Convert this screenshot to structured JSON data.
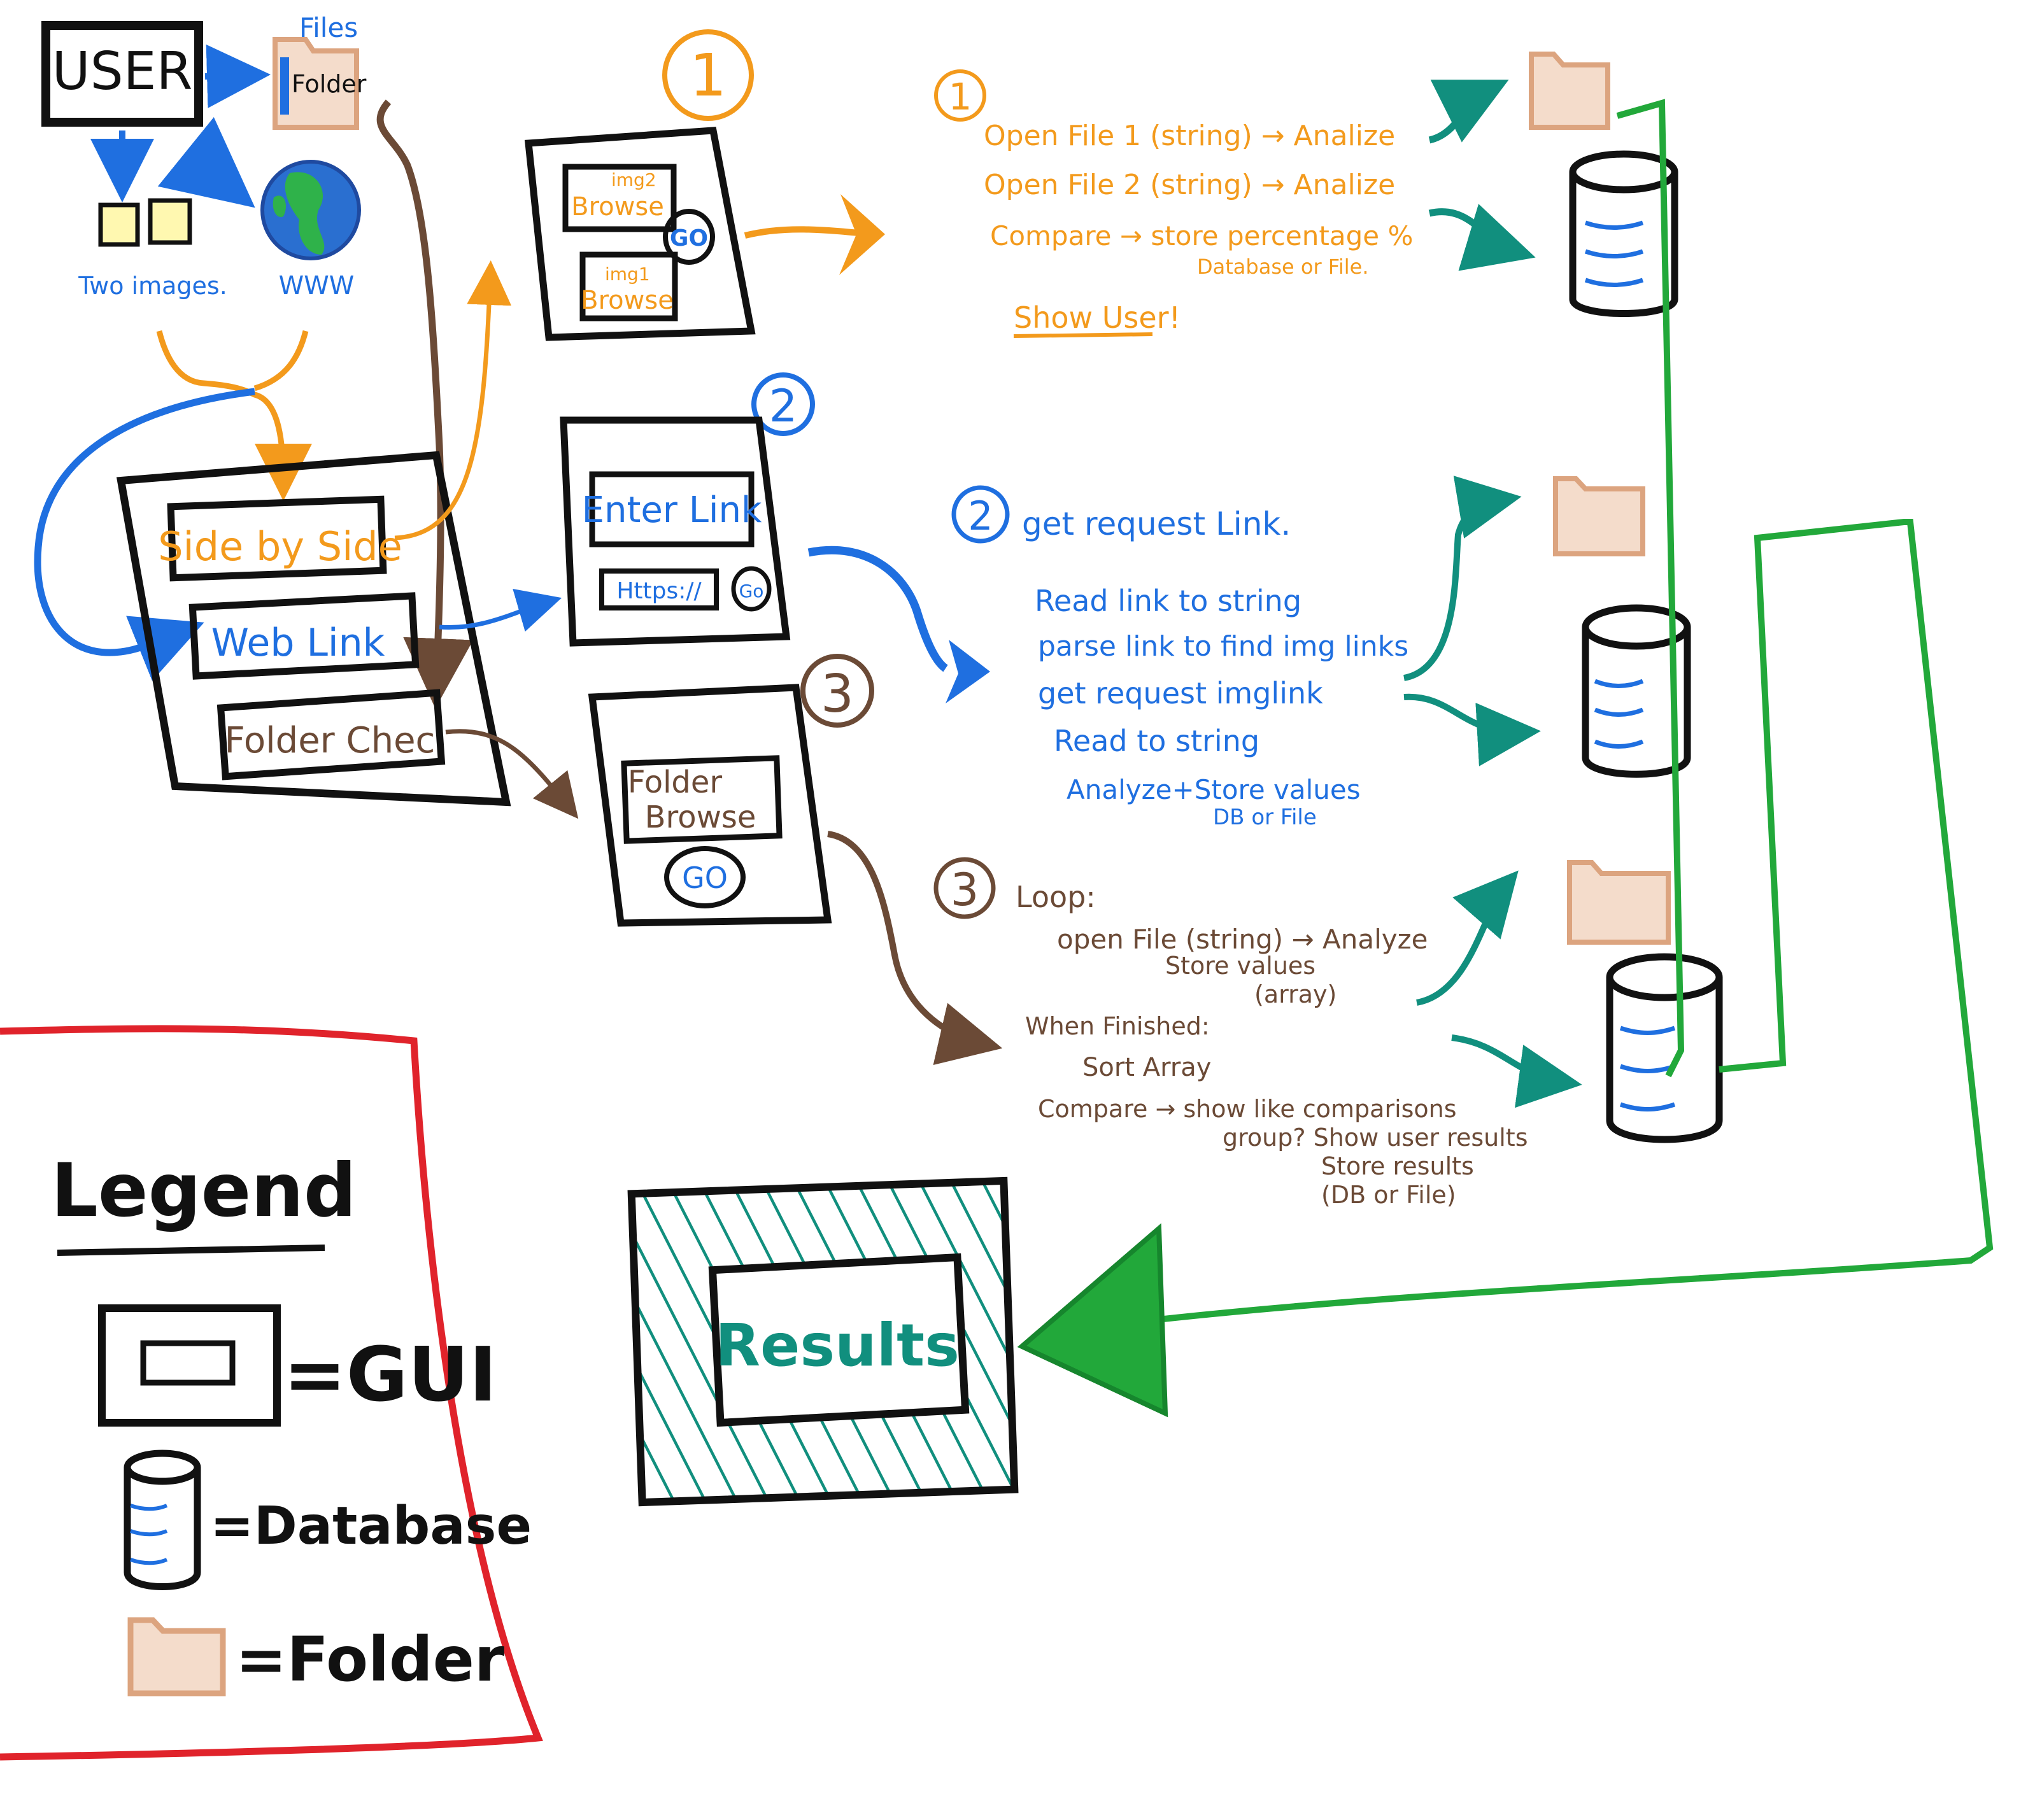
{
  "colors": {
    "black": "#111111",
    "blue": "#1f6fe0",
    "orange": "#f39a1c",
    "brown": "#6b4a36",
    "teal": "#118f7e",
    "green": "#22a83a",
    "red": "#e0232b",
    "folder": "#dca47f",
    "globe_blue": "#2a6fd0",
    "globe_green": "#2fb24a"
  },
  "user": {
    "box_label": "USER",
    "files_label": "Files",
    "folder_label": "Folder",
    "two_images_label": "Two images.",
    "www_label": "WWW"
  },
  "main_gui": {
    "side_by_side": "Side by Side",
    "web_link": "Web Link",
    "folder_check": "Folder Chec"
  },
  "gui1": {
    "number": "1",
    "img2_small": "img2",
    "img2_browse": "Browse",
    "img1_small": "img1",
    "img1_browse": "Browse",
    "go": "GO"
  },
  "gui2": {
    "number": "2",
    "enter_link": "Enter Link",
    "https": "Https://",
    "go": "Go"
  },
  "gui3": {
    "number": "3",
    "folder": "Folder",
    "browse": "Browse",
    "go": "GO"
  },
  "step1": {
    "number": "1",
    "line1": "Open File 1 (string) → Analize",
    "line2": "Open File 2 (string) → Analize",
    "line3": "Compare → store percentage %",
    "line4": "Database or File.",
    "line5": "Show User!"
  },
  "step2": {
    "number": "2",
    "line1": "get request Link.",
    "line2": "Read link to string",
    "line3": "parse link to find img links",
    "line4": "get request imglink",
    "line5": "Read to string",
    "line6": "Analyze+Store values",
    "line7": "DB or File"
  },
  "step3": {
    "number": "3",
    "line1": "Loop:",
    "line2": "open File (string) → Analyze",
    "line3": "Store values",
    "line4": "(array)",
    "line5": "When Finished:",
    "line6": "Sort Array",
    "line7": "Compare → show like comparisons",
    "line8": "group? Show user results",
    "line9": "Store results",
    "line10": "(DB or File)"
  },
  "results": {
    "label": "Results"
  },
  "legend": {
    "title": "Legend",
    "gui": "=GUI",
    "database": "=Database",
    "folder": "=Folder"
  }
}
